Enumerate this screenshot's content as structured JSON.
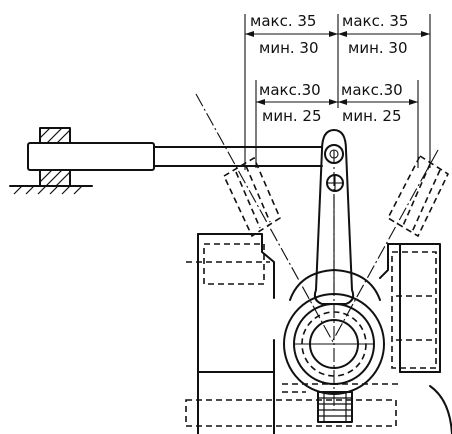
{
  "dimensions": {
    "outer_left_max": "макс. 35",
    "outer_left_min": "мин. 30",
    "outer_right_max": "макс. 35",
    "outer_right_min": "мин. 30",
    "inner_left_max": "макс.30",
    "inner_left_min": "мин. 25",
    "inner_right_max": "макс.30",
    "inner_right_min": "мин. 25"
  }
}
